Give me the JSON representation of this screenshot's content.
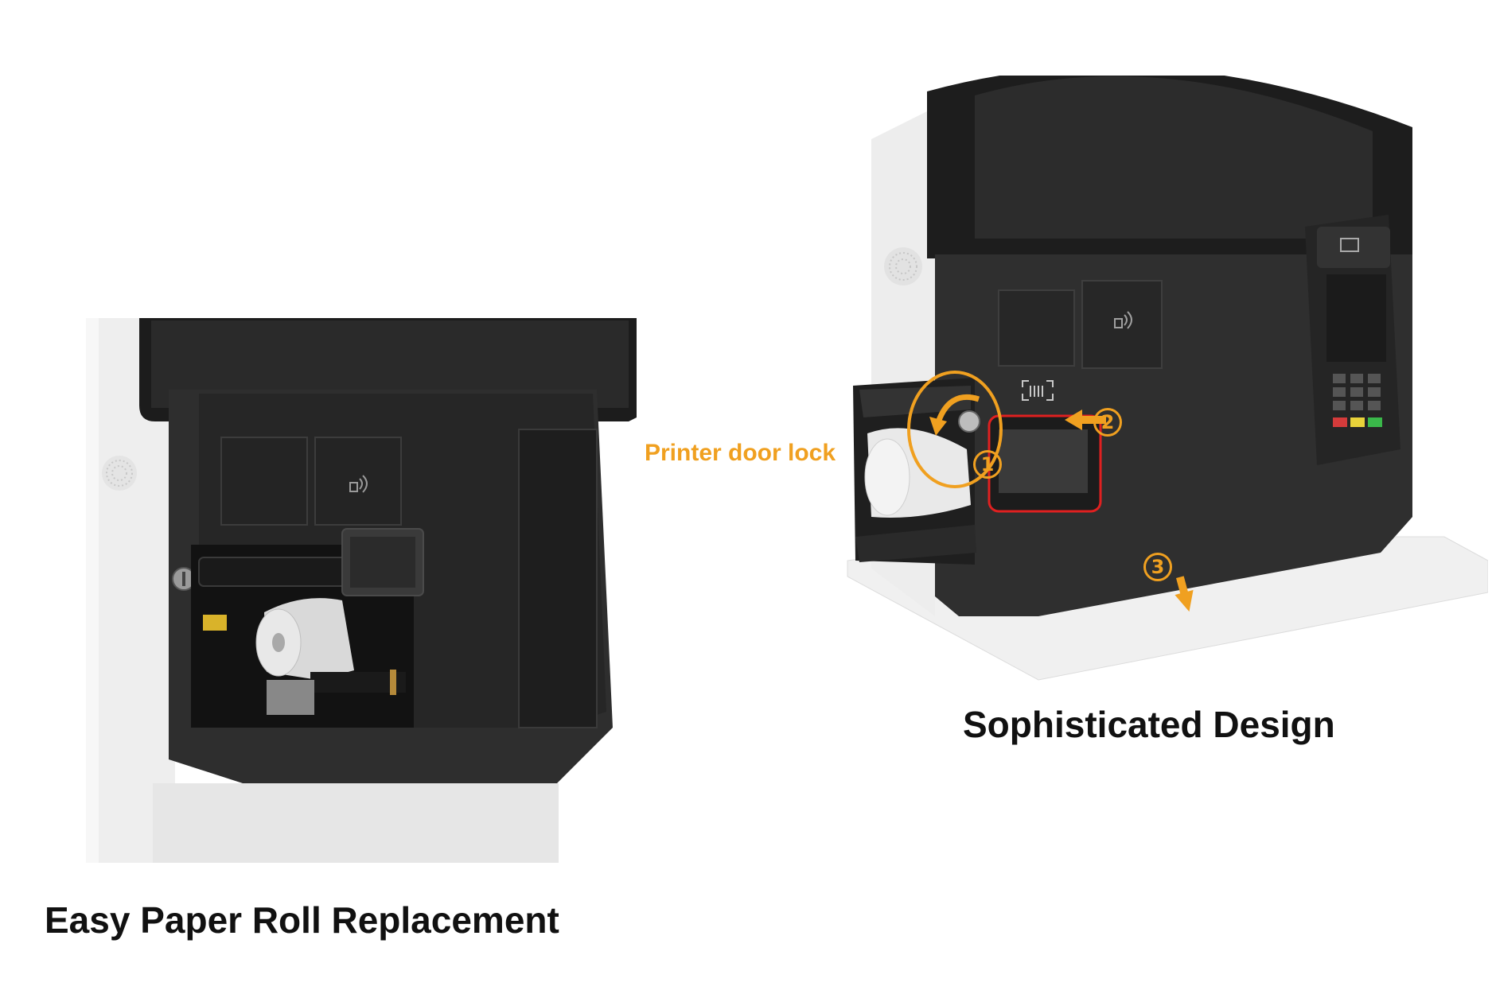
{
  "captions": {
    "left": "Easy Paper Roll Replacement",
    "right": "Sophisticated Design"
  },
  "annotations": {
    "lock_label": "Printer door lock",
    "steps": [
      "1",
      "2",
      "3"
    ]
  },
  "colors": {
    "accent": "#f0a020",
    "kiosk_body": "#2b2b2b",
    "kiosk_panel": "#1f1f1f",
    "scanner_frame": "#e02020"
  },
  "icons": [
    "nfc-icon",
    "barcode-scan-icon",
    "card-insert-icon",
    "lock-rotate-arrow-icon",
    "push-arrow-icon",
    "down-arrow-icon"
  ]
}
